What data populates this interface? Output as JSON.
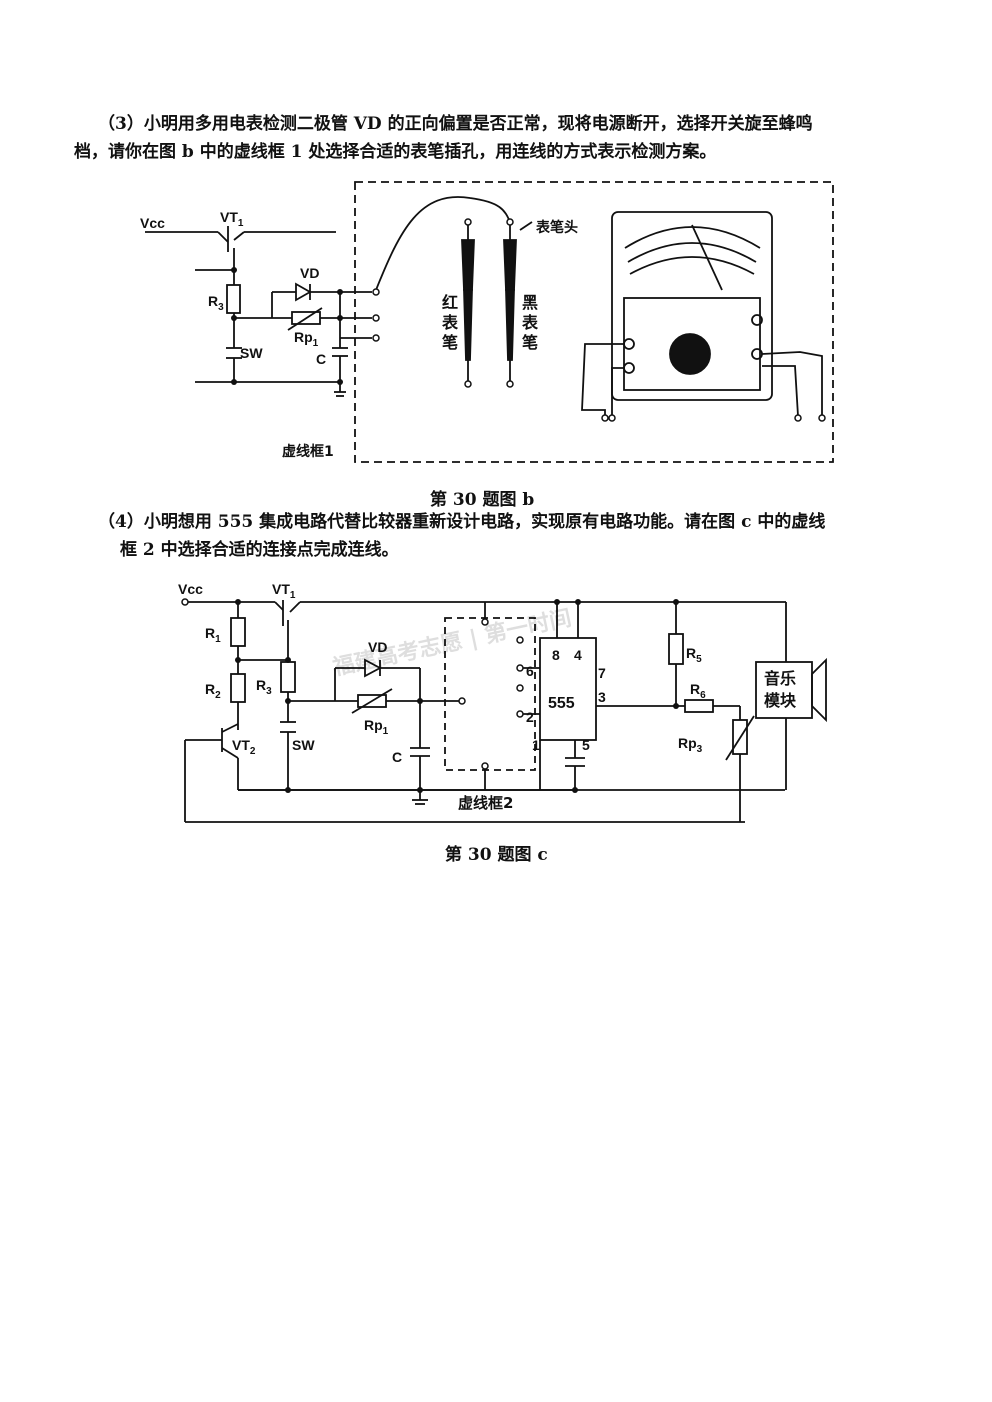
{
  "question3": {
    "text_line1": "（3）小明用多用电表检测二极管 VD 的正向偏置是否正常，现将电源断开，选择开关旋至蜂鸣",
    "text_line2": "档，请你在图 b 中的虚线框 1 处选择合适的表笔插孔，用连线的方式表示检测方案。"
  },
  "figure_b": {
    "caption": "第 30 题图 b",
    "labels": {
      "vcc": "Vcc",
      "vt1": "VT",
      "vt1_sub": "1",
      "vd": "VD",
      "r3": "R",
      "r3_sub": "3",
      "rp1": "Rp",
      "rp1_sub": "1",
      "sw": "SW",
      "c": "C",
      "probe_tip": "表笔头",
      "red_probe": [
        "红",
        "表",
        "笔"
      ],
      "black_probe": [
        "黑",
        "表",
        "笔"
      ],
      "dashed_box": "虚线框1"
    }
  },
  "question4": {
    "text_line1": "（4）小明想用 555 集成电路代替比较器重新设计电路，实现原有电路功能。请在图 c 中的虚线",
    "text_line2": "框 2 中选择合适的连接点完成连线。"
  },
  "figure_c": {
    "caption": "第 30 题图 c",
    "labels": {
      "vcc": "Vcc",
      "vt1": "VT",
      "vt1_sub": "1",
      "r1": "R",
      "r1_sub": "1",
      "r2": "R",
      "r2_sub": "2",
      "r3": "R",
      "r3_sub": "3",
      "vt2": "VT",
      "vt2_sub": "2",
      "sw": "SW",
      "vd": "VD",
      "rp1": "Rp",
      "rp1_sub": "1",
      "c": "C",
      "ic": "555",
      "pin6": "6",
      "pin8": "8",
      "pin4": "4",
      "pin7": "7",
      "pin3": "3",
      "pin2": "2",
      "pin1": "1",
      "pin5": "5",
      "r5": "R",
      "r5_sub": "5",
      "r6": "R",
      "r6_sub": "6",
      "rp3": "Rp",
      "rp3_sub": "3",
      "music_module": [
        "音乐",
        "模块"
      ],
      "dashed_box": "虚线框2"
    }
  },
  "watermark": "福建高考志愿 | 第一时间"
}
